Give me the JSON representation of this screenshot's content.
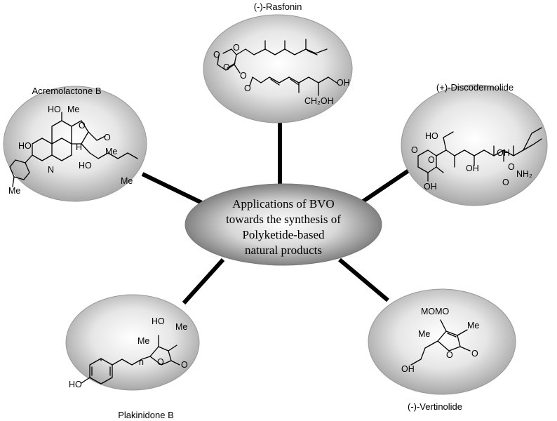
{
  "center": {
    "lines": [
      "Applications of BVO",
      "towards the synthesis of",
      "Polyketide-based",
      "natural products"
    ]
  },
  "compounds": {
    "rasfonin": {
      "name": "(-)-Rasfonin",
      "atoms": [
        "O",
        "O",
        "O",
        "O",
        "O",
        "OH",
        "CH₂OH"
      ]
    },
    "acremolactone": {
      "name": "Acremolactone B",
      "atoms": [
        "HO",
        "Me",
        "O",
        "O",
        "HO",
        "N",
        "H",
        "Me",
        "HO",
        "Me",
        "Me"
      ]
    },
    "discodermolide": {
      "name": "(+)-Discodermolide",
      "atoms": [
        "HO",
        "O",
        "O",
        "OH",
        "OH",
        "O",
        "NH₂",
        "O",
        "OH"
      ]
    },
    "plakinidone": {
      "name": "Plakinidone B",
      "atoms": [
        "HO",
        "Me",
        "Me",
        "n",
        "O",
        "O",
        "HO"
      ]
    },
    "vertinolide": {
      "name": "(-)-Vertinolide",
      "atoms": [
        "MOMO",
        "Me",
        "Me",
        "O",
        "O",
        "OH"
      ]
    }
  }
}
